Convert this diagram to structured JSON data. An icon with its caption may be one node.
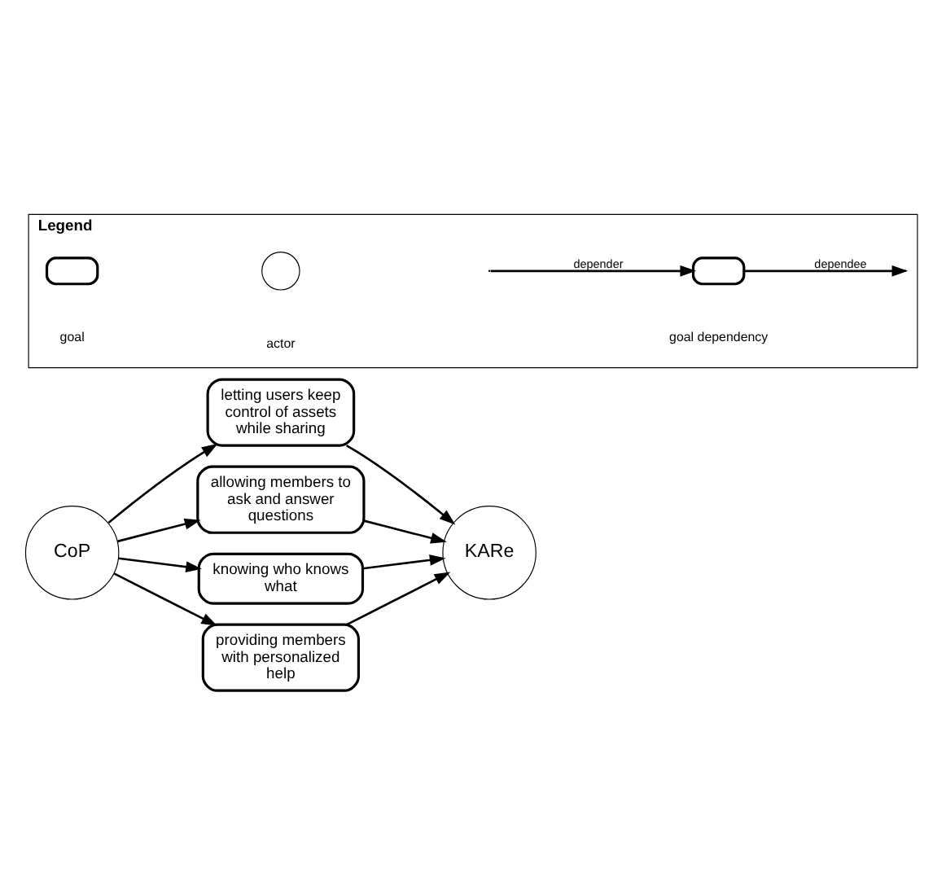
{
  "diagram": {
    "nodes": [
      {
        "text": [
          "CoP"
        ]
      },
      {
        "text": [
          "letting users keep control of assets while sharing"
        ]
      },
      {
        "text": [
          "allowing members to ask and answer questions"
        ]
      },
      {
        "text": [
          "knowing who knows what"
        ]
      },
      {
        "text": [
          "providing members with personalized help"
        ]
      },
      {
        "text": [
          "KARe"
        ]
      },
      {
        "text": [
          "Legend"
        ]
      },
      {
        "text": [],
        "shape": "box",
        "in": 6
      },
      {
        "text": [],
        "shape": "circle",
        "in": 6
      },
      {
        "text": [],
        "shape": "box",
        "in": 6
      }
    ],
    "edges": [
      {
        "from": 0,
        "to": 1,
        "arrow": "to"
      },
      {
        "from": 0,
        "to": 2,
        "arrow": "to"
      },
      {
        "from": 0,
        "to": 3,
        "arrow": "to"
      },
      {
        "from": 0,
        "to": 4,
        "arrow": "to"
      },
      {
        "from": 1,
        "to": 5,
        "arrow": "to"
      },
      {
        "from": 2,
        "to": 5,
        "arrow": "to"
      },
      {
        "from": 3,
        "to": 5,
        "arrow": "to"
      },
      {
        "from": 4,
        "to": 5,
        "arrow": "to"
      },
      {
        "from": null,
        "to": 9,
        "arrow": "to",
        "label": "depender"
      },
      {
        "from": 9,
        "to": null,
        "arrow": "to",
        "label": "dependee"
      }
    ],
    "legend": [
      {
        "text": "goal"
      },
      {
        "text": "actor"
      },
      {
        "text": "goal dependency"
      }
    ]
  }
}
